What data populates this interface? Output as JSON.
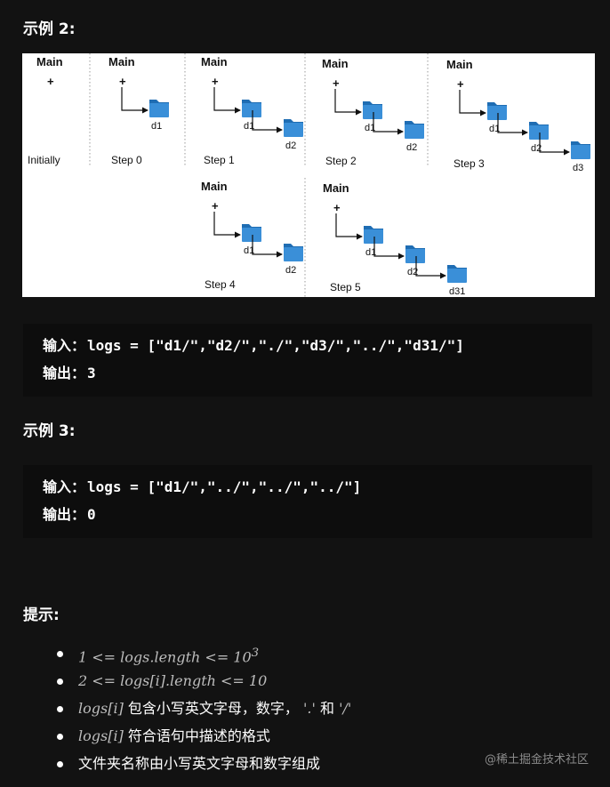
{
  "example2": {
    "heading": "示例 2:",
    "diagram": {
      "main_label": "Main",
      "plus": "+",
      "panels": [
        {
          "caption": "Initially",
          "folders": []
        },
        {
          "caption": "Step 0",
          "folders": [
            "d1"
          ]
        },
        {
          "caption": "Step 1",
          "folders": [
            "d1",
            "d2"
          ]
        },
        {
          "caption": "Step 2",
          "folders": [
            "d1",
            "d2"
          ]
        },
        {
          "caption": "Step 3",
          "folders": [
            "d1",
            "d2",
            "d3"
          ]
        },
        {
          "caption": "Step 4",
          "folders": [
            "d1",
            "d2"
          ]
        },
        {
          "caption": "Step 5",
          "folders": [
            "d1",
            "d2",
            "d31"
          ]
        }
      ]
    },
    "input_label": "输入：",
    "input_value": "logs = [\"d1/\",\"d2/\",\"./\",\"d3/\",\"../\",\"d31/\"]",
    "output_label": "输出：",
    "output_value": "3"
  },
  "example3": {
    "heading": "示例 3:",
    "input_label": "输入：",
    "input_value": "logs = [\"d1/\",\"../\",\"../\",\"../\"]",
    "output_label": "输出：",
    "output_value": "0"
  },
  "hints": {
    "heading": "提示:",
    "items": [
      {
        "math": "1 <= logs.length <= 10",
        "sup": "3"
      },
      {
        "math": "2 <= logs[i].length <= 10"
      },
      {
        "math": "logs[i]",
        "text1": " 包含小写英文字母，数字， ",
        "math2": "'.'",
        "text2": " 和 ",
        "math3": "'/'"
      },
      {
        "math": "logs[i]",
        "text1": " 符合语句中描述的格式"
      },
      {
        "text1": "文件夹名称由小写英文字母和数字组成"
      }
    ]
  },
  "watermark": "@稀土掘金技术社区",
  "colors": {
    "folder": "#3a8fd8",
    "folder_tab": "#1f6db3",
    "background": "#121212"
  }
}
